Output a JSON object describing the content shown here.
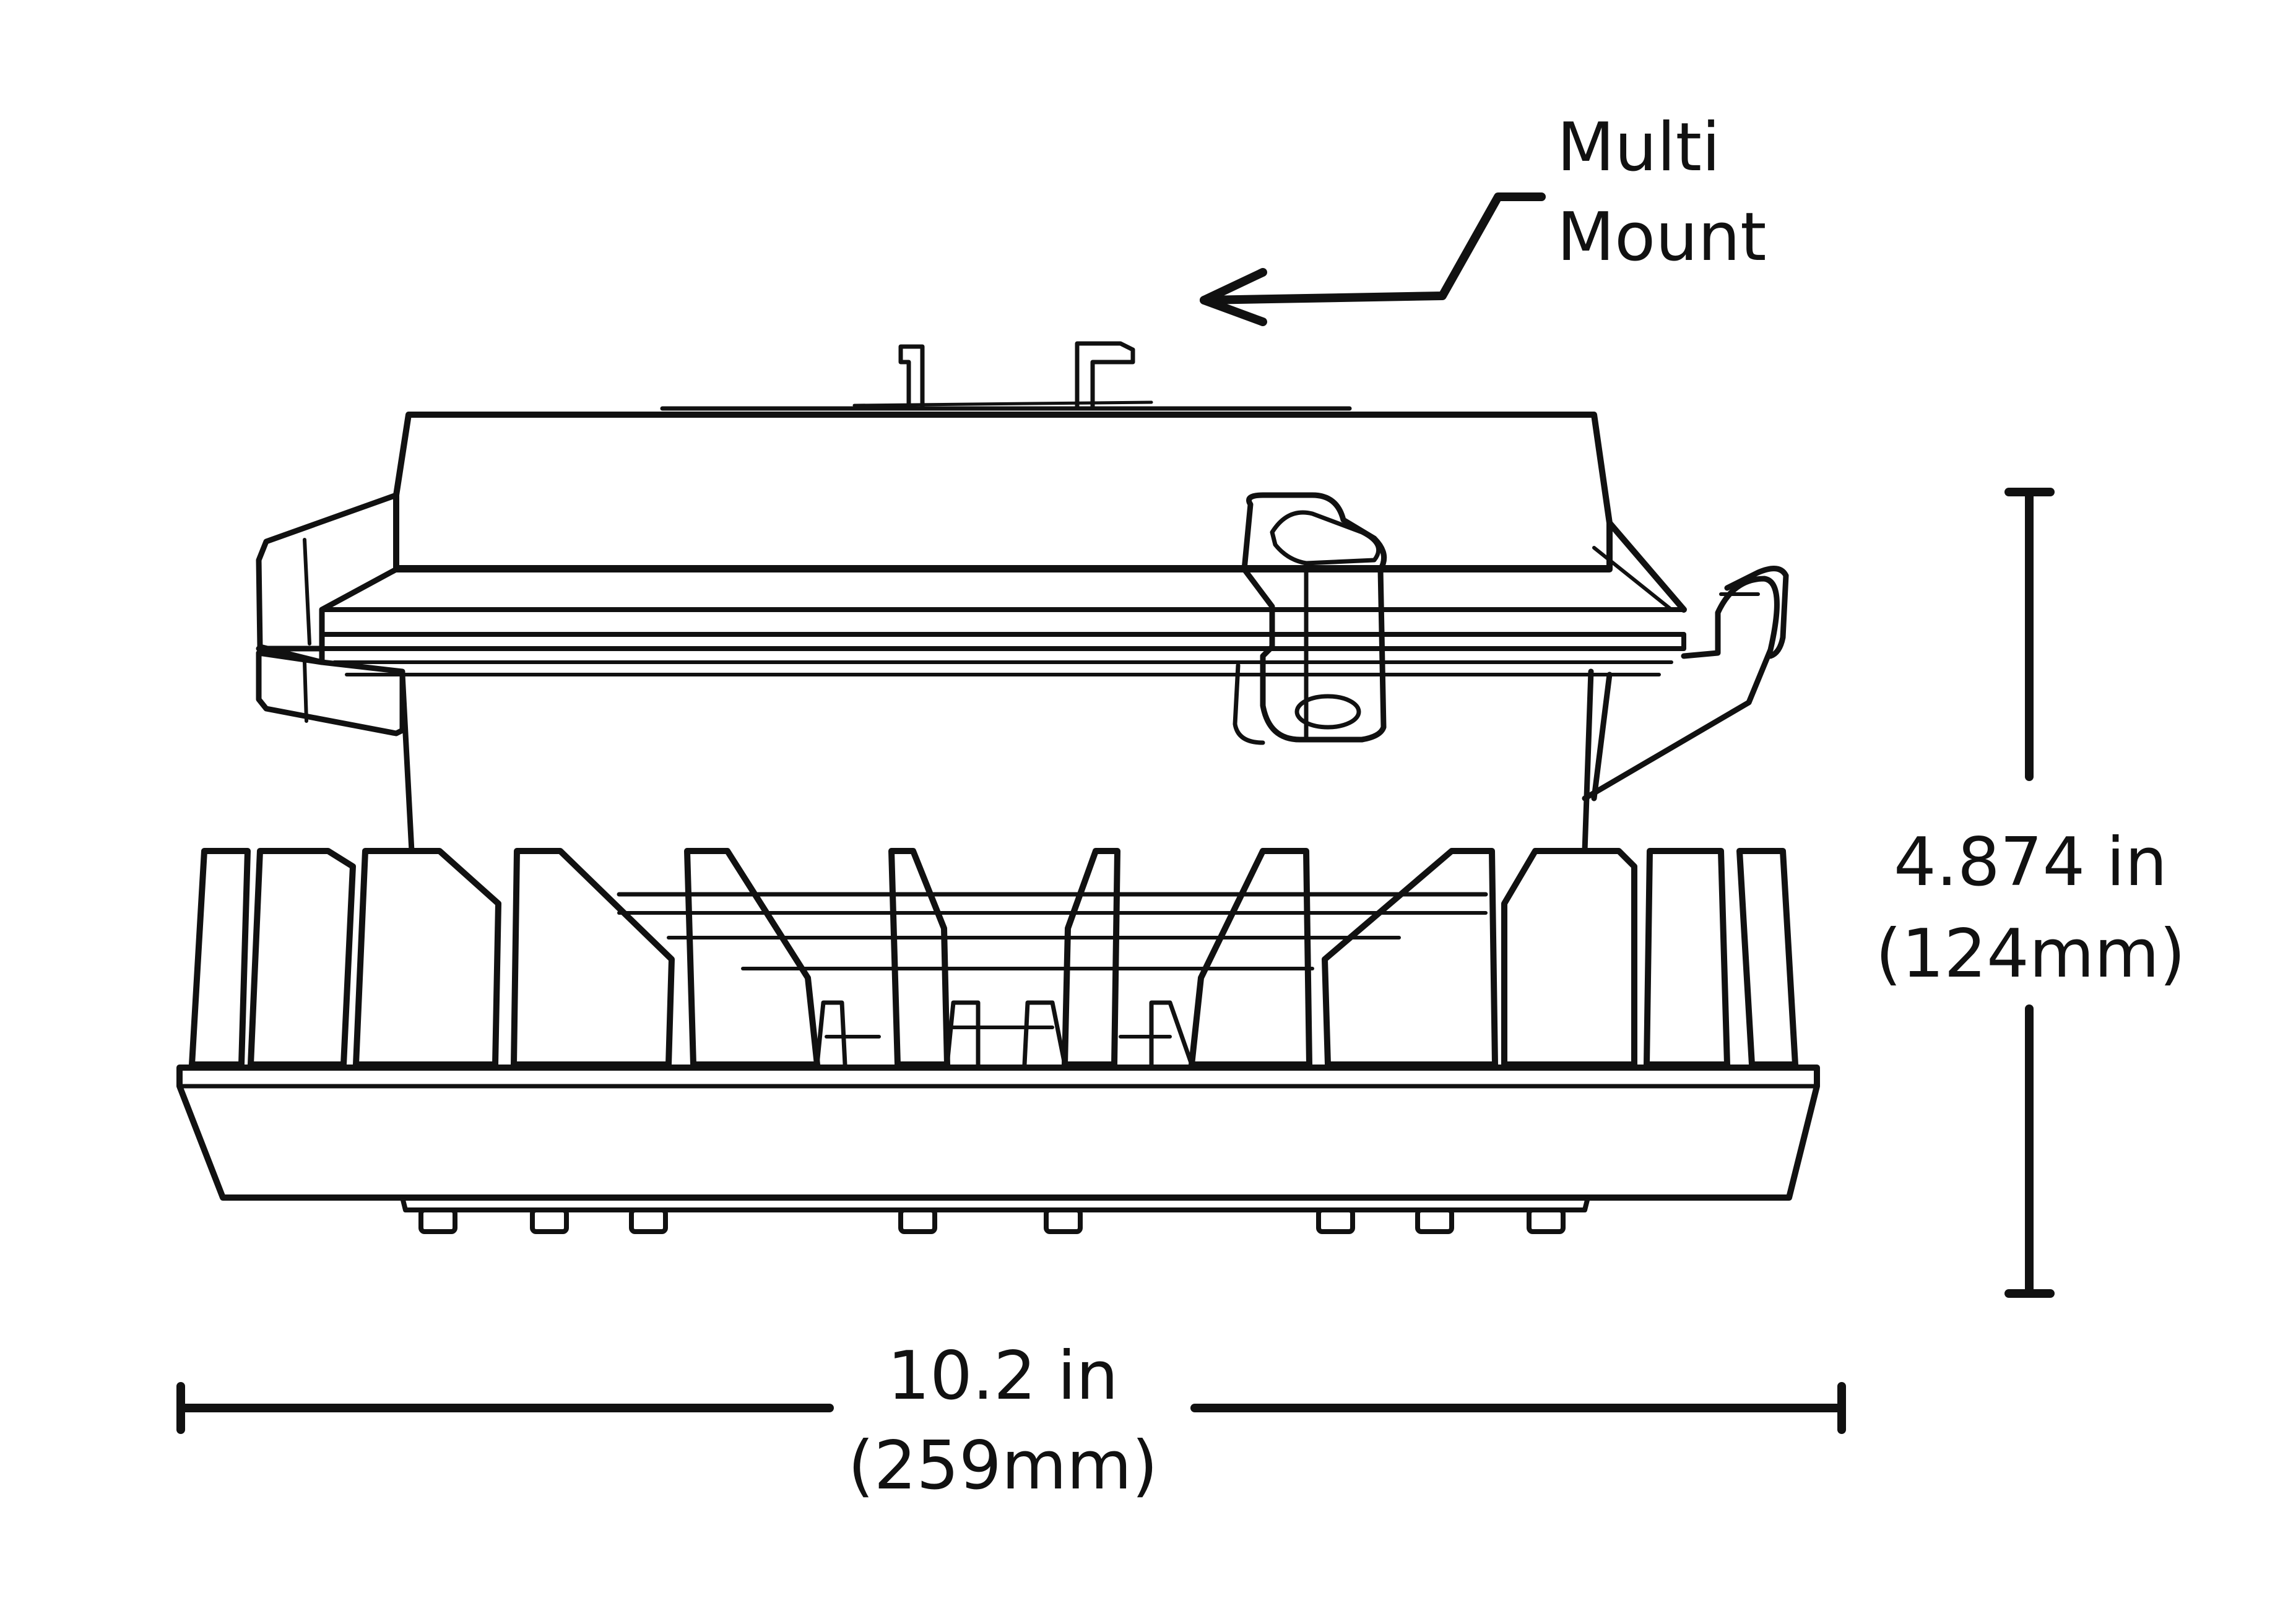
{
  "callout": {
    "line1": "Multi",
    "line2": "Mount"
  },
  "width_dimension": {
    "imperial": "10.2 in",
    "metric": "(259mm)"
  },
  "height_dimension": {
    "imperial": "4.874 in",
    "metric": "(124mm)"
  },
  "colors": {
    "line": "#111111",
    "background": "#ffffff"
  }
}
